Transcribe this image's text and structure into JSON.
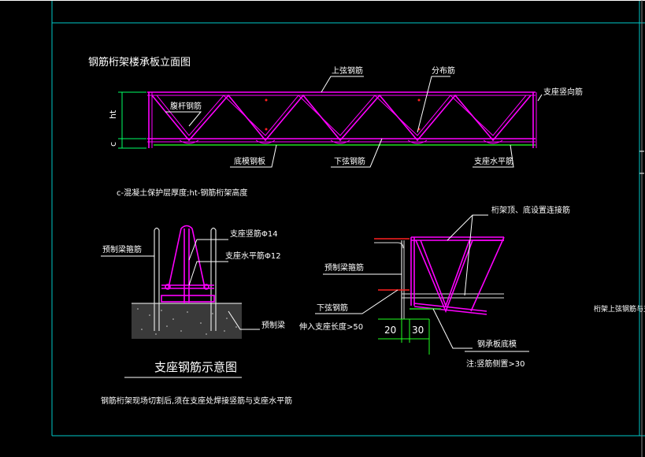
{
  "labels": {
    "elevation_title": "钢筋桁架楼承板立面图",
    "top_chord": "上弦钢筋",
    "distribution_bar": "分布筋",
    "support_vertical": "支座竖向筋",
    "web_bar": "腹杆钢筋",
    "ht": "ht",
    "c": "c",
    "bottom_plate": "底模钢板",
    "bottom_chord": "下弦钢筋",
    "support_horizontal": "支座水平筋",
    "legend": "c-混凝土保护层厚度;ht-钢筋桁架高度",
    "precast_beam_stirrup_left": "预制梁箍筋",
    "support_vertical_d14": "支座竖筋Φ14",
    "support_horizontal_d12": "支座水平筋Φ12",
    "precast_beam": "预制梁",
    "section_title": "支座钢筋示意图",
    "note": "钢筋桁架现场切割后,须在支座处焊接竖筋与支座水平筋",
    "truss_connection": "桁架顶、底设置连接筋",
    "precast_beam_stirrup_right": "预制梁箍筋",
    "bottom_chord_2": "下弦钢筋",
    "extend_length": "伸入支座长度>50",
    "dim_20": "20",
    "dim_30": "30",
    "steel_bottom_form": "钢承板底模",
    "note_spot_weld": "注:竖筋侧置>30",
    "right_edge_label": "桁架上弦钢筋与支"
  },
  "colors": {
    "background": "#000000",
    "frame": "#00c8c8",
    "truss": "#ff00ff",
    "rebar_red": "#ff2020",
    "bottom_green": "#20e020",
    "text": "#ffffff",
    "dim_green": "#20ff20",
    "elevation_marker": "#00ff66"
  }
}
